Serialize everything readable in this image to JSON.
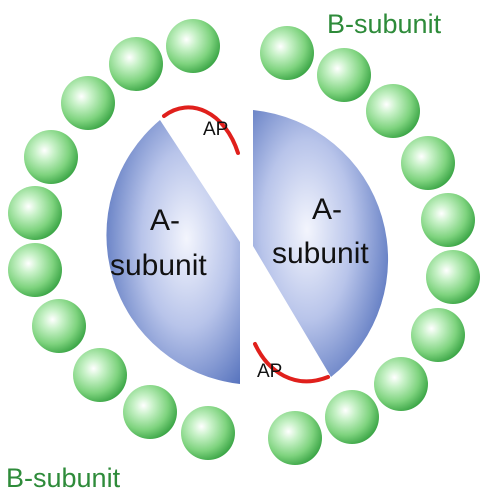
{
  "diagram": {
    "label_top_right": "B-subunit",
    "label_bottom_left": "B-subunit",
    "a_subunit_left": {
      "line1": "A-",
      "line2": "subunit"
    },
    "a_subunit_right": {
      "line1": "A-",
      "line2": "subunit"
    },
    "ap_top": "AP",
    "ap_bottom": "AP",
    "colors": {
      "bead_light": "#e8fbe8",
      "bead_mid": "#7ed37e",
      "bead_dark": "#2f9d3c",
      "a_subunit_light": "#eef1fb",
      "a_subunit_dark": "#4262b4",
      "ap_arc": "#e0201c",
      "label_green": "#2e8b3a"
    }
  }
}
